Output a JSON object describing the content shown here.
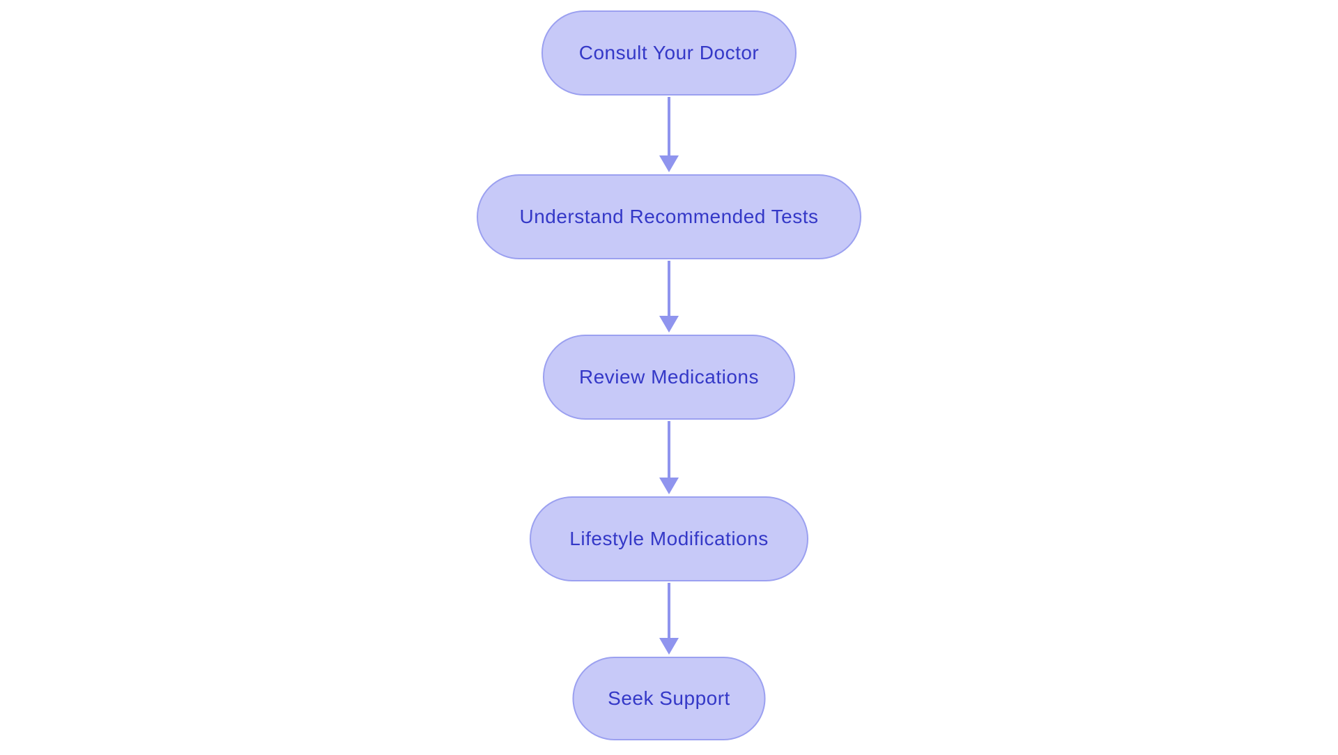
{
  "diagram": {
    "type": "flowchart",
    "direction": "top-down",
    "background": "#ffffff",
    "colors": {
      "background": "#ffffff",
      "node_fill": "#c7c9f8",
      "node_border": "#9ba0f0",
      "node_text": "#3438c7",
      "arrow": "#8f94ee"
    },
    "nodes": [
      {
        "label": "Consult Your Doctor"
      },
      {
        "label": "Understand Recommended Tests"
      },
      {
        "label": "Review Medications"
      },
      {
        "label": "Lifestyle Modifications"
      },
      {
        "label": "Seek Support"
      }
    ],
    "edges": [
      {
        "from": "Consult Your Doctor",
        "to": "Understand Recommended Tests"
      },
      {
        "from": "Understand Recommended Tests",
        "to": "Review Medications"
      },
      {
        "from": "Review Medications",
        "to": "Lifestyle Modifications"
      },
      {
        "from": "Lifestyle Modifications",
        "to": "Seek Support"
      }
    ]
  }
}
